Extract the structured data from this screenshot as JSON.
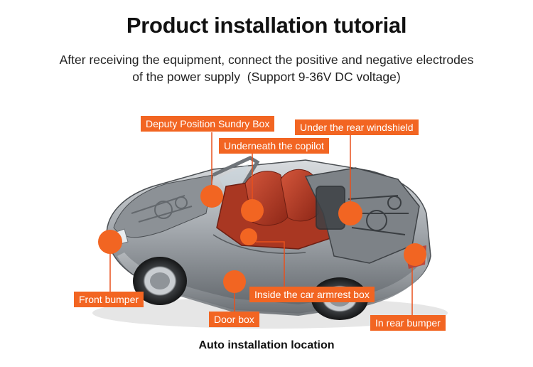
{
  "header": {
    "title": "Product installation tutorial",
    "subtitle_line1": "After receiving the equipment, connect the positive and negative electrodes",
    "subtitle_line2": "of the power supply  (Support 9-36V DC voltage)"
  },
  "labels": {
    "deputy_position_sundry_box": "Deputy Position Sundry Box",
    "under_rear_windshield": "Under the rear windshield",
    "underneath_copilot": "Underneath the copilot",
    "front_bumper": "Front bumper",
    "inside_armrest_box": "Inside the car armrest box",
    "door_box": "Door box",
    "in_rear_bumper": "In rear bumper"
  },
  "caption": "Auto installation location",
  "colors": {
    "accent": "#f26522",
    "car_body": "#9aa0a6",
    "interior": "#b83a26"
  }
}
